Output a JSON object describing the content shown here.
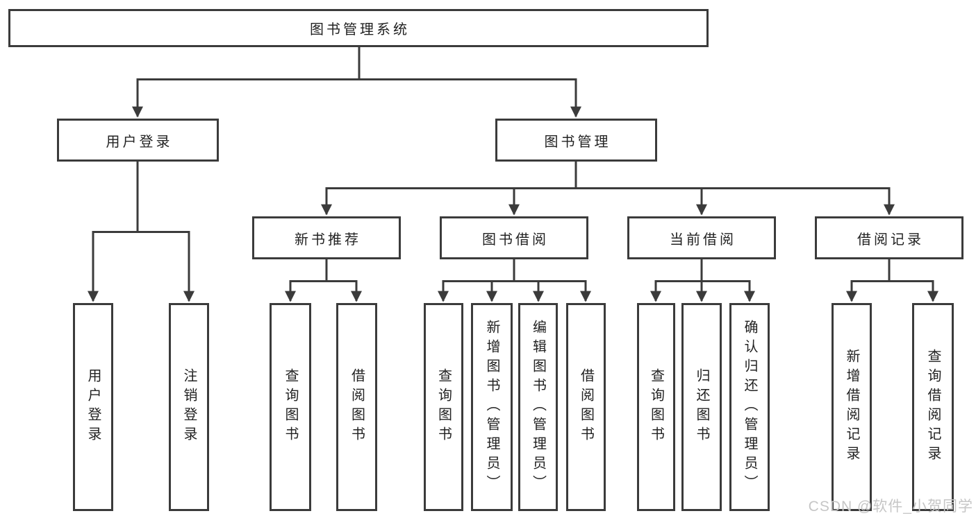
{
  "title": "图书管理系统",
  "level2": {
    "user": "用户登录",
    "book": "图书管理"
  },
  "level3": {
    "new_book": "新书推荐",
    "borrow": "图书借阅",
    "current": "当前借阅",
    "records": "借阅记录"
  },
  "leaves": {
    "user": [
      "用户登录",
      "注销登录"
    ],
    "new_book": [
      "查询图书",
      "借阅图书"
    ],
    "borrow": [
      "查询图书",
      "新增图书（管理员）",
      "编辑图书（管理员）",
      "借阅图书"
    ],
    "current": [
      "查询图书",
      "归还图书",
      "确认归还（管理员）"
    ],
    "records": [
      "新增借阅记录",
      "查询借阅记录"
    ]
  },
  "watermark": "CSDN @软件_小贺同学",
  "colors": {
    "line": "#3b3b3b",
    "box_border": "#3b3b3b",
    "text": "#222222",
    "watermark": "#c6c6c6",
    "background": "#ffffff"
  }
}
